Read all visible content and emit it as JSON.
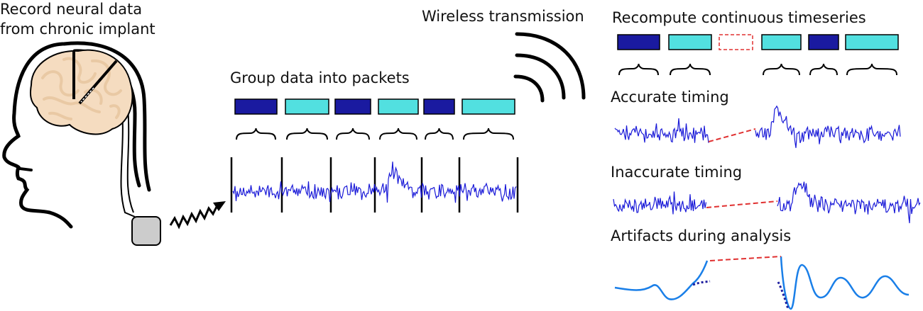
{
  "labels": {
    "record_line1": "Record neural data",
    "record_line2": "from chronic implant",
    "group_packets": "Group data into packets",
    "wireless": "Wireless transmission",
    "recompute": "Recompute continuous timeseries",
    "accurate": "Accurate timing",
    "inaccurate": "Inaccurate timing",
    "artifacts": "Artifacts during analysis"
  },
  "colors": {
    "dark_packet": "#1a1aa0",
    "light_packet": "#52e0e0",
    "missing_packet": "#e03030",
    "signal": "#1a1ad8",
    "artifact_signal": "#1a7fe8",
    "gap_link": "#e03030",
    "brain_fill": "#f5dcc0",
    "brain_fold": "#e9c9a4",
    "device_fill": "#cccccc",
    "outline": "#000000"
  },
  "packets_sent": [
    "dark",
    "light",
    "dark",
    "light",
    "dark",
    "light"
  ],
  "packets_received": [
    "dark",
    "light",
    "missing",
    "light",
    "dark",
    "light"
  ],
  "icons": [
    "head-icon",
    "brain-icon",
    "implant-device-icon",
    "wireless-signal-icon",
    "transmission-zigzag-icon"
  ]
}
